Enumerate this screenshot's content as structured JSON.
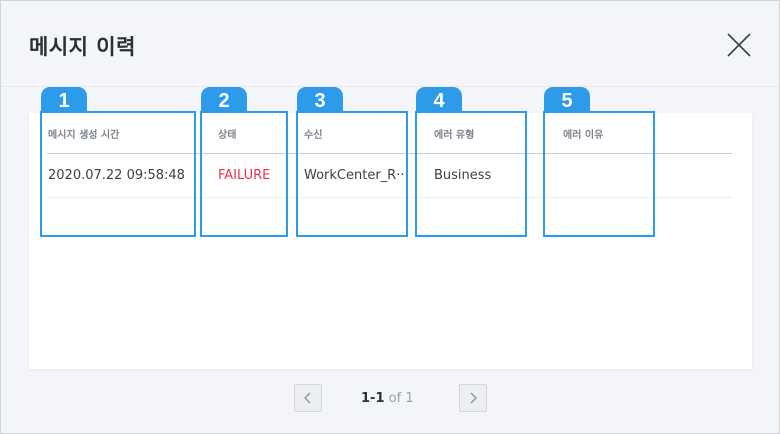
{
  "dialog": {
    "title": "메시지 이력"
  },
  "table": {
    "columns": [
      "메시지 생성 시간",
      "상태",
      "수신",
      "에러 유형",
      "에러 이유"
    ],
    "rows": [
      {
        "created_at": "2020.07.22 09:58:48",
        "status": "FAILURE",
        "receiver": "WorkCenter_R···",
        "error_type": "Business",
        "error_reason": ""
      }
    ]
  },
  "markers": [
    "1",
    "2",
    "3",
    "4",
    "5"
  ],
  "pagination": {
    "range": "1-1",
    "of_label": "of",
    "total": "1"
  },
  "colors": {
    "marker": "#2d9bea",
    "failure": "#e8344a"
  },
  "icons": {
    "close": "close-icon",
    "prev": "chevron-left-icon",
    "next": "chevron-right-icon"
  }
}
